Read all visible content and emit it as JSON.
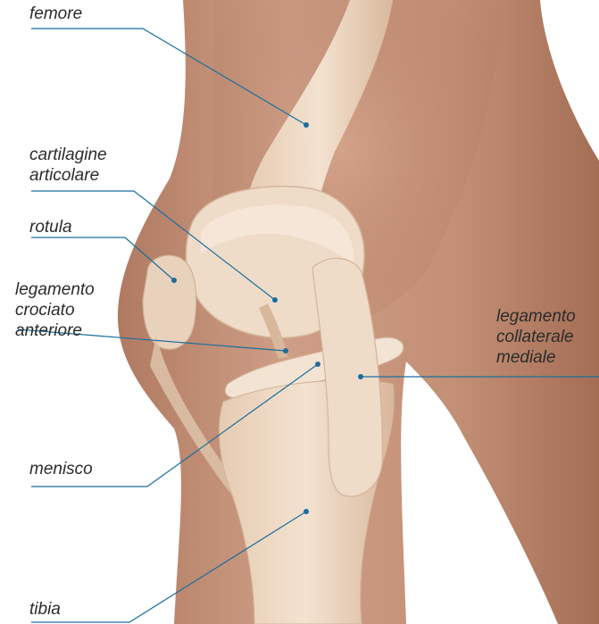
{
  "colors": {
    "leader_line": "#1a6e9e",
    "skin": "#c89a80",
    "skin_shadow": "#a8745c",
    "bone": "#efd9c4",
    "bone_shadow": "#cfae93",
    "label_text": "#2b2b2b"
  },
  "labels": {
    "femore": "femore",
    "cartilagine": [
      "cartilagine",
      "articolare"
    ],
    "rotula": "rotula",
    "legamento_crociato": [
      "legamento",
      "crociato",
      "anteriore"
    ],
    "legamento_collaterale": [
      "legamento",
      "collaterale",
      "mediale"
    ],
    "menisco": "menisco",
    "tibia": "tibia"
  }
}
